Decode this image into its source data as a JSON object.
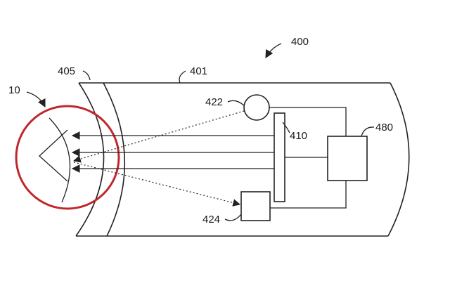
{
  "labels": {
    "fig": "400",
    "housing": "401",
    "window": "405",
    "target": "10",
    "emitter": "422",
    "detector": "424",
    "plate": "410",
    "controller": "480"
  },
  "colors": {
    "line": "#222222",
    "highlight": "#c0272d",
    "background": "#ffffff"
  }
}
